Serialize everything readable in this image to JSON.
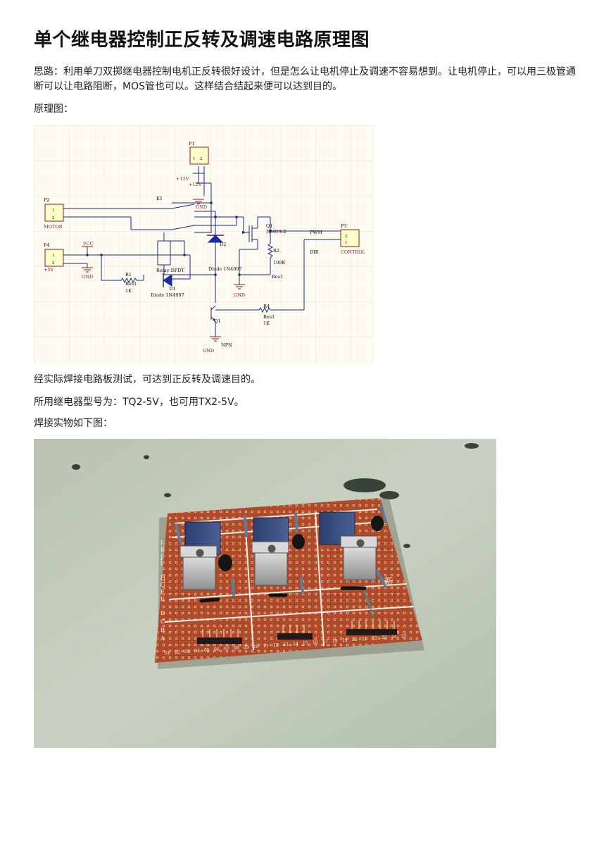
{
  "document": {
    "title": "单个继电器控制正反转及调速电路原理图",
    "intro": "思路：利用单刀双掷继电器控制电机正反转很好设计，但是怎么让电机停止及调速不容易想到。让电机停止，可以用三极管通断可以让电路阻断，MOS管也可以。这样结合结起来便可以达到目的。",
    "schematic_label": "原理图：",
    "test_result": "经实际焊接电路板测试，可达到正反转及调速目的。",
    "relay_model": "所用继电器型号为：TQ2-5V，也可用TX2-5V。",
    "photo_label": "焊接实物如下图："
  },
  "schematic": {
    "p1": "P1",
    "p1_pins": [
      "1",
      "2"
    ],
    "p1_net_a": "+12V",
    "p1_net_b": "+12V",
    "p2": "P2",
    "p2_pins": [
      "1",
      "2"
    ],
    "p2_name": "MOTOR",
    "p4": "P4",
    "p4_pins": [
      "1",
      "2"
    ],
    "p4_name": "+5V",
    "p3": "P3",
    "p3_pins": [
      "2",
      "1"
    ],
    "p3_name": "CONTROL",
    "k1": "K1",
    "relay_type": "Relay-DPDT",
    "vcc": "VCC",
    "gnd": "GND",
    "q1_mos": "Q1",
    "q1_mos_type": "NMOS-2",
    "q1_npn": "Q1",
    "q1_npn_type": "NPN",
    "d1": "D1",
    "d1_type": "Diode 1N4007",
    "d2": "D2",
    "d2_type": "Diode 1N4007",
    "r1": "R1",
    "r1_type": "Res1",
    "r1_value": "1K",
    "r2": "R2",
    "r2_type": "Res1",
    "r2_value": "100K",
    "r4": "R4",
    "r4_type": "Res1",
    "r4_value": "1K",
    "pwm": "PWM",
    "dir": "DIR"
  },
  "photo": {
    "board_letters": [
      "L",
      "K",
      "J",
      "I",
      "H",
      "G",
      "F",
      "E",
      "D",
      "C",
      "B",
      "A"
    ],
    "board_numbers": [
      "01",
      "02",
      "03",
      "04",
      "05",
      "06",
      "07",
      "08",
      "09",
      "10",
      "11",
      "12",
      "13",
      "14",
      "15",
      "16",
      "17",
      "18",
      "19",
      "20",
      "21",
      "22",
      "23",
      "24",
      "25"
    ],
    "board_text": "新"
  }
}
